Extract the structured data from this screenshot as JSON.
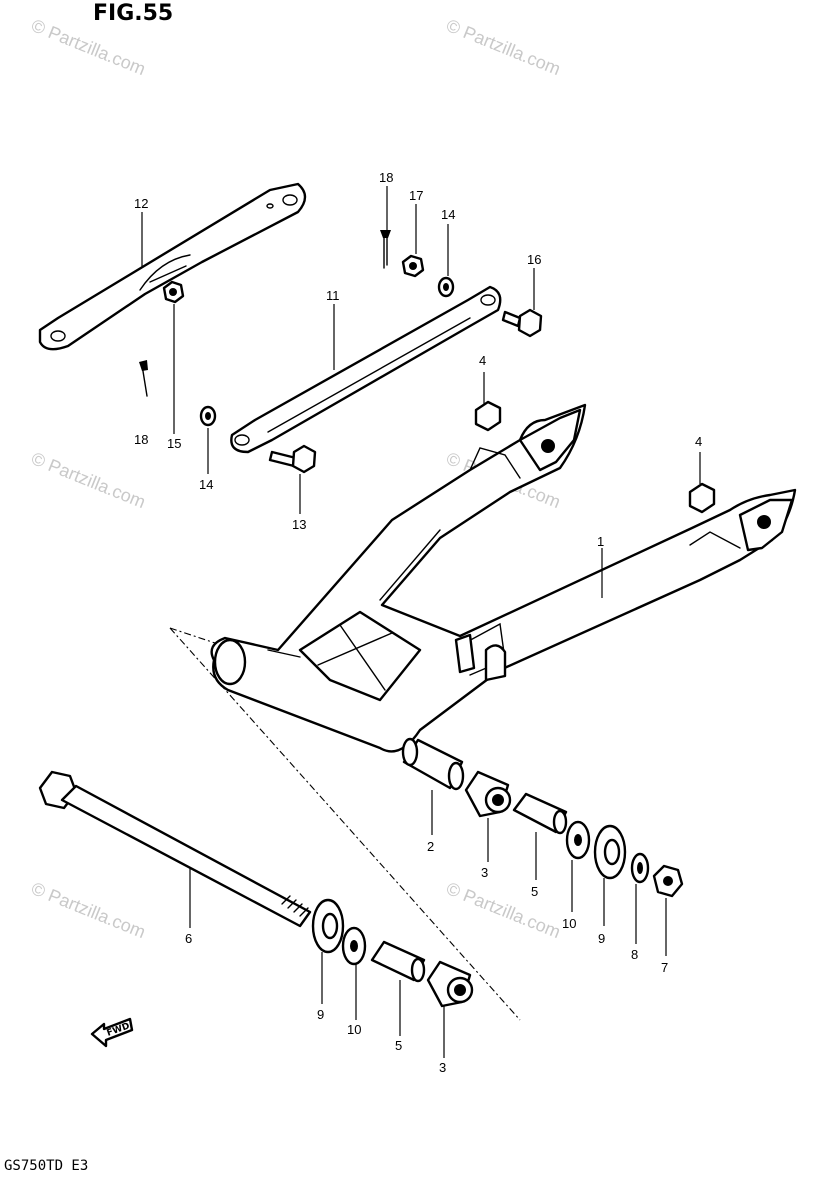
{
  "figure": {
    "title": "FIG.55",
    "model_code": "GS750TD  E3"
  },
  "watermark": {
    "text": "© Partzilla.com"
  },
  "forward_marker": {
    "label": "FWD"
  },
  "callouts": {
    "c1": "1",
    "c2": "2",
    "c3a": "3",
    "c3b": "3",
    "c4a": "4",
    "c4b": "4",
    "c5a": "5",
    "c5b": "5",
    "c6": "6",
    "c7": "7",
    "c8": "8",
    "c9a": "9",
    "c9b": "9",
    "c10a": "10",
    "c10b": "10",
    "c11": "11",
    "c12": "12",
    "c13": "13",
    "c14a": "14",
    "c14b": "14",
    "c15": "15",
    "c16": "16",
    "c17": "17",
    "c18a": "18",
    "c18b": "18"
  }
}
